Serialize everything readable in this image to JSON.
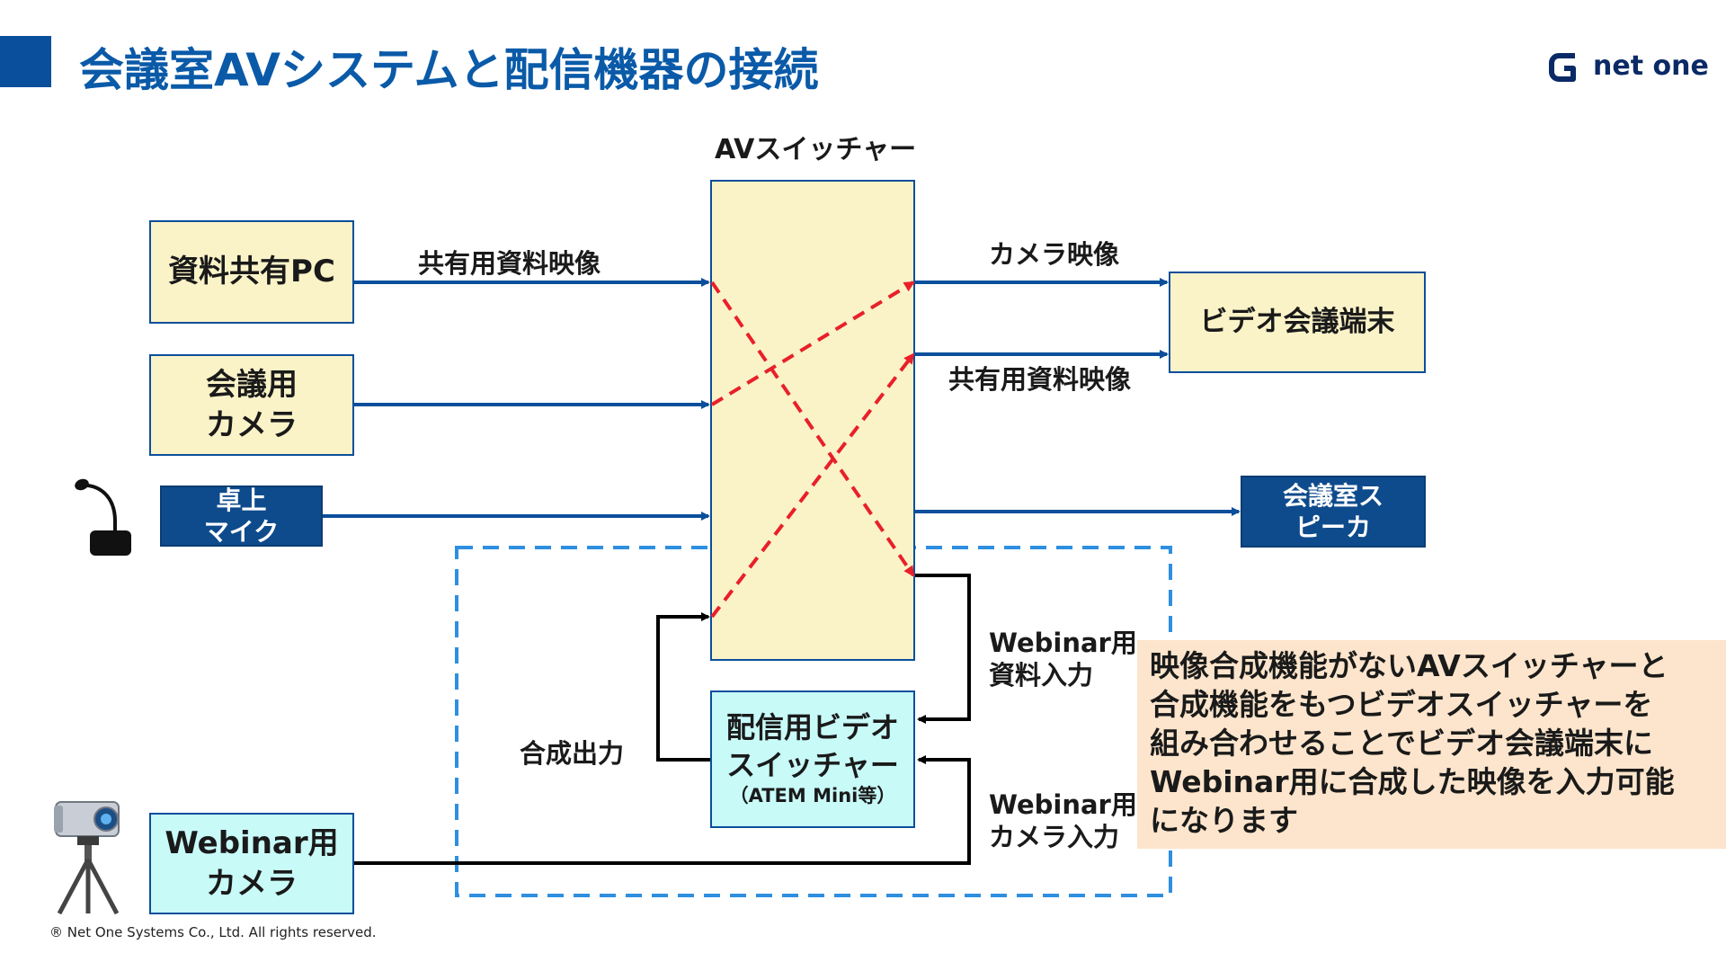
{
  "title": "会議室AVシステムと配信機器の接続",
  "logo_text": "net one",
  "switcher_title": "AVスイッチャー",
  "boxes": {
    "pc": "資料共有PC",
    "conf_camera_line1": "会議用",
    "conf_camera_line2": "カメラ",
    "mic_line1": "卓上",
    "mic_line2": "マイク",
    "webinar_camera_line1": "Webinar用",
    "webinar_camera_line2": "カメラ",
    "video_conf_terminal": "ビデオ会議端末",
    "speaker_line1": "会議室ス",
    "speaker_line2": "ピーカ",
    "stream_switcher_line1": "配信用ビデオ",
    "stream_switcher_line2": "スイッチャー",
    "stream_switcher_line3": "（ATEM Mini等）"
  },
  "labels": {
    "shared_video_in": "共有用資料映像",
    "camera_video_out": "カメラ映像",
    "shared_video_out": "共有用資料映像",
    "webinar_material_line1": "Webinar用",
    "webinar_material_line2": "資料入力",
    "webinar_camera_in_line1": "Webinar用",
    "webinar_camera_in_line2": "カメラ入力",
    "composite_output": "合成出力"
  },
  "note_lines": [
    "映像合成機能がないAVスイッチャーと",
    "合成機能をもつビデオスイッチャーを",
    "組み合わせることでビデオ会議端末に",
    "Webinar用に合成した映像を入力可能",
    "になります"
  ],
  "copyright": "® Net One Systems Co., Ltd. All rights reserved.",
  "colors": {
    "brand_blue": "#0a5aa8",
    "arrow_blue": "#0a4f9c",
    "dashed_red": "#e8202a",
    "dashed_blue": "#2e8fe0",
    "box_yellow": "#fbf3c8",
    "box_navy": "#0e4b8c",
    "box_cyan": "#c8faf8",
    "note_bg": "#fce5cc"
  }
}
